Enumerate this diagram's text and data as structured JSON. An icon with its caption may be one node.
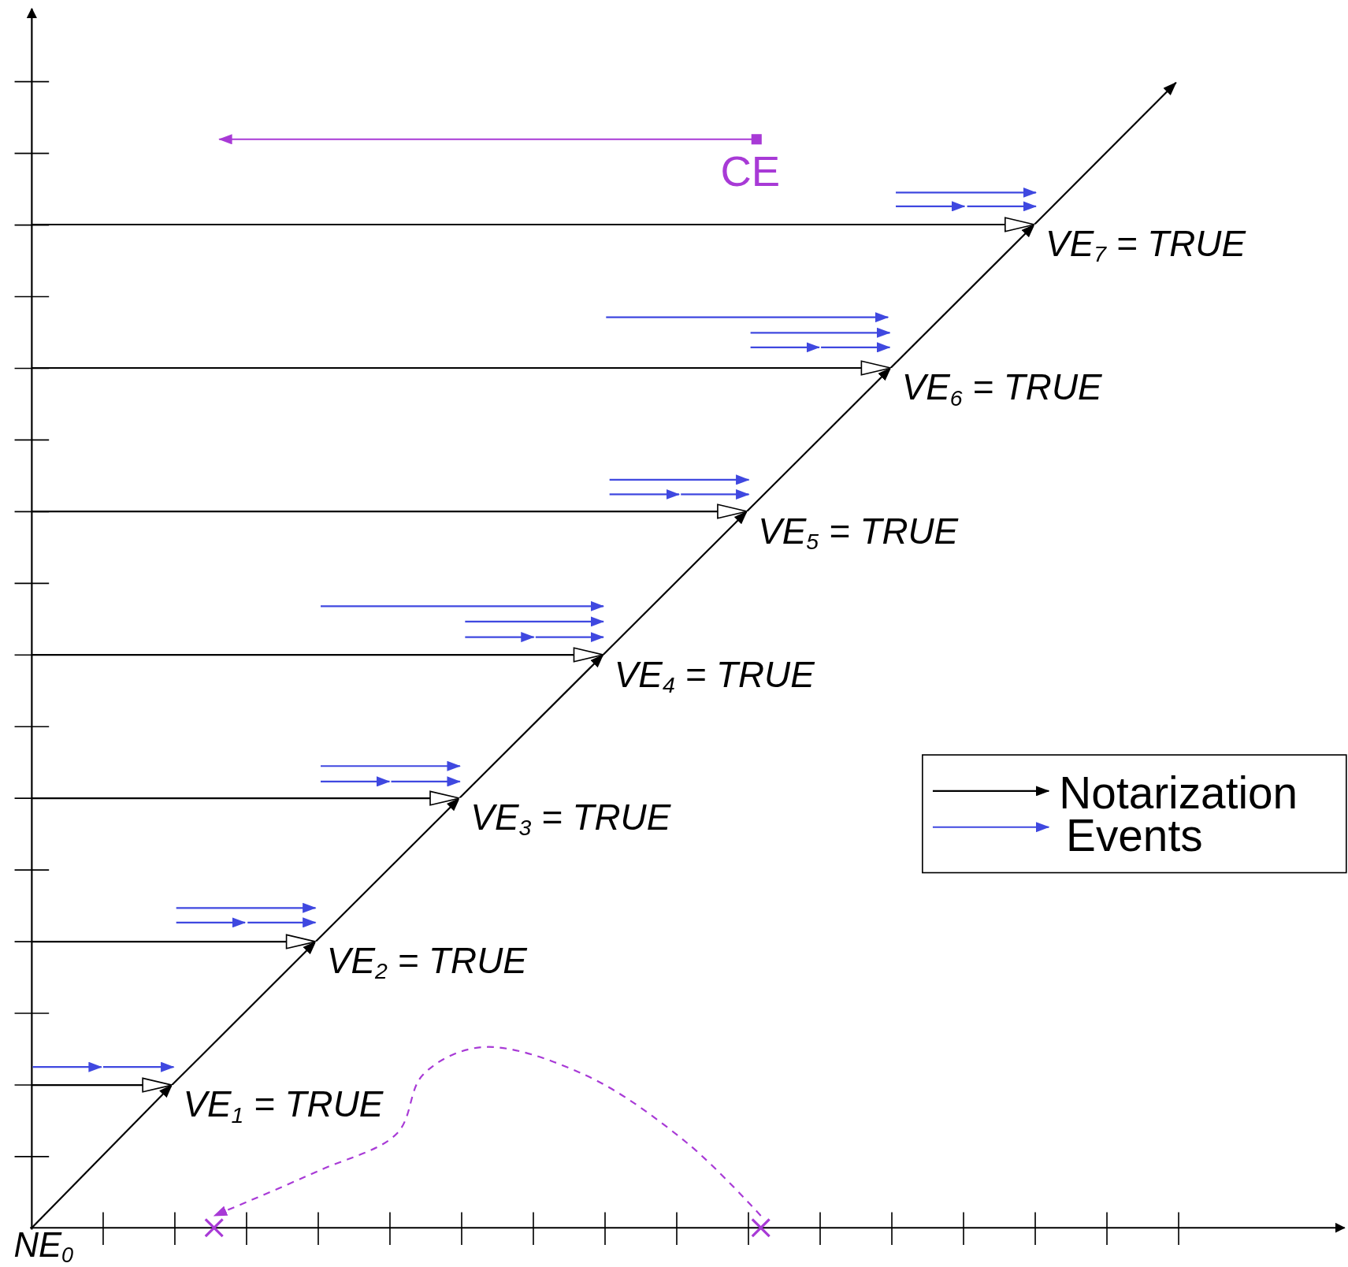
{
  "diagram": {
    "nodes": [
      {
        "text": [
          "CE"
        ]
      },
      {
        "text": [
          "VE$_{7}$ = TRUE"
        ]
      },
      {
        "text": [
          "VE$_{6}$ = TRUE"
        ]
      },
      {
        "text": [
          "VE$_{5}$ = TRUE"
        ]
      },
      {
        "text": [
          "VE$_{4}$ = TRUE"
        ]
      },
      {
        "text": [
          "VE$_{3}$ = TRUE"
        ]
      },
      {
        "text": [
          "VE$_{2}$ = TRUE"
        ]
      },
      {
        "text": [
          "VE$_{1}$ = TRUE"
        ]
      },
      {
        "text": [
          "NE$_{0}$"
        ]
      },
      {
        "text": [],
        "shape": "cross"
      },
      {
        "text": [],
        "shape": "cross"
      }
    ],
    "edges": [
      {
        "from": null,
        "to": 1,
        "arrow": "to"
      },
      {
        "from": null,
        "to": 2,
        "arrow": "to"
      },
      {
        "from": null,
        "to": 3,
        "arrow": "to"
      },
      {
        "from": null,
        "to": 4,
        "arrow": "to"
      },
      {
        "from": null,
        "to": 5,
        "arrow": "to"
      },
      {
        "from": null,
        "to": 6,
        "arrow": "to"
      },
      {
        "from": null,
        "to": 7,
        "arrow": "to"
      },
      {
        "from": 8,
        "to": 7,
        "arrow": "to"
      },
      {
        "from": 7,
        "to": 6,
        "arrow": "to"
      },
      {
        "from": 6,
        "to": 5,
        "arrow": "to"
      },
      {
        "from": 5,
        "to": 4,
        "arrow": "to"
      },
      {
        "from": 4,
        "to": 3,
        "arrow": "to"
      },
      {
        "from": 3,
        "to": 2,
        "arrow": "to"
      },
      {
        "from": 2,
        "to": 1,
        "arrow": "to"
      },
      {
        "from": 1,
        "to": null,
        "arrow": "to"
      },
      {
        "from": 0,
        "to": null,
        "arrow": "to",
        "color": "#a83ad6"
      },
      {
        "from": 10,
        "to": 9,
        "arrow": "to",
        "style": "dashed",
        "color": "#a83ad6"
      }
    ],
    "legend": [
      {
        "text": "Notarization"
      },
      {
        "text": "Events"
      }
    ]
  }
}
